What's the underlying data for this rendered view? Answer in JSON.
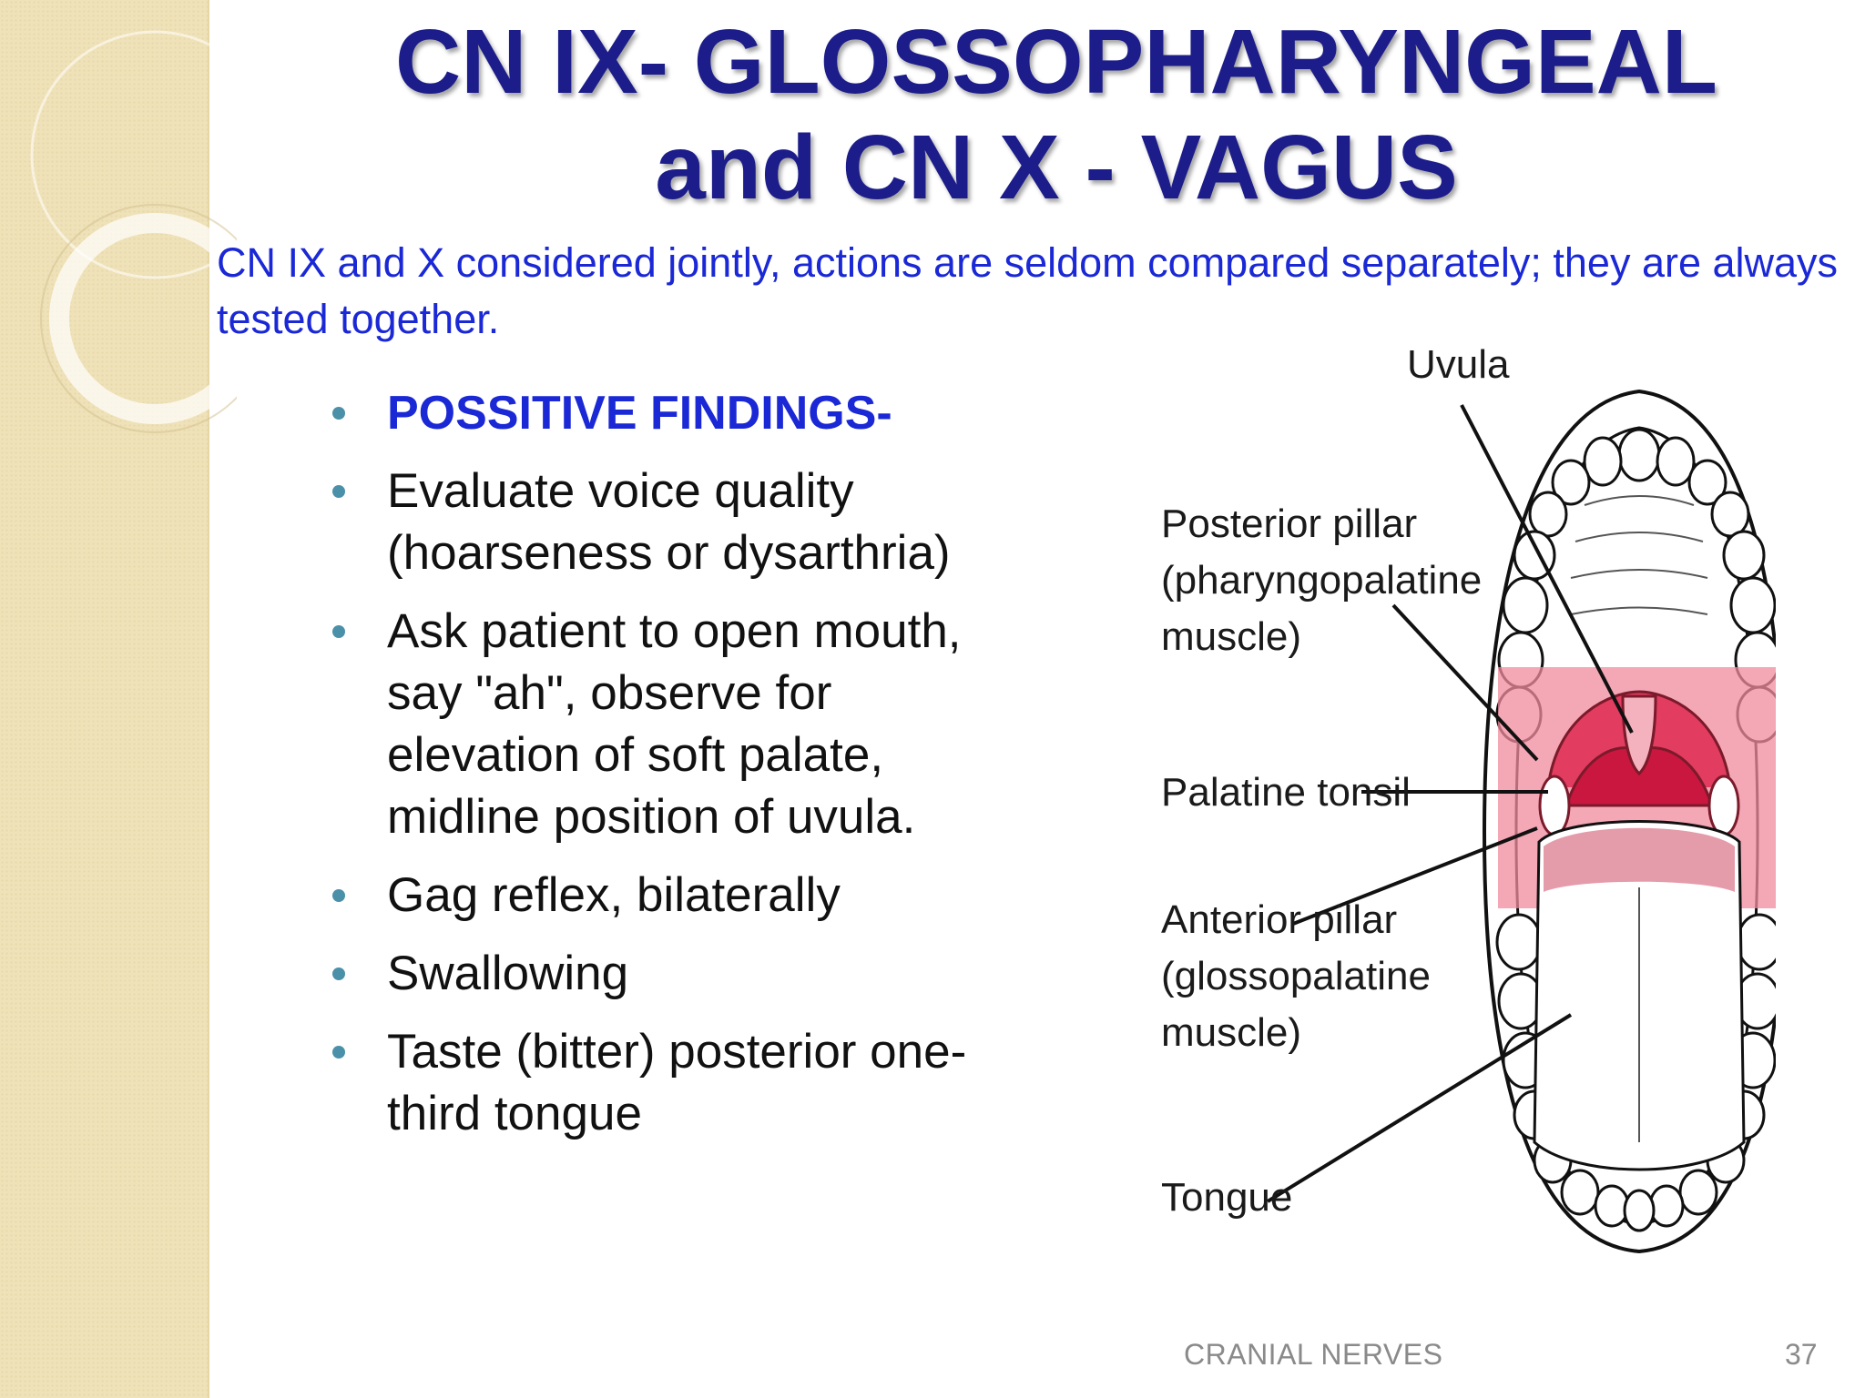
{
  "slide": {
    "title_line1": "CN IX- GLOSSOPHARYNGEAL",
    "title_line2": "and CN X - VAGUS",
    "intro": "CN IX and X considered jointly, actions are seldom compared separately; they are always tested together.",
    "bullets": [
      "POSSITIVE FINDINGS-",
      "Evaluate voice quality (hoarseness or dysarthria)",
      " Ask patient to open mouth, say \"ah\", observe for elevation of soft palate, midline position of uvula.",
      "Gag reflex, bilaterally",
      "Swallowing",
      "Taste (bitter) posterior one-third tongue"
    ],
    "footer": "CRANIAL NERVES",
    "page_number": "37"
  },
  "diagram": {
    "labels": {
      "uvula": "Uvula",
      "posterior_1": "Posterior pillar",
      "posterior_2": "(pharyngopalatine",
      "posterior_3": "muscle)",
      "tonsil": "Palatine tonsil",
      "anterior_1": "Anterior pillar",
      "anterior_2": "(glossopalatine",
      "anterior_3": "muscle)",
      "tongue": "Tongue"
    },
    "highlight_color": "#f08a9c",
    "bullet_color": "#4a90a8",
    "title_color": "#1c1d8a",
    "intro_color": "#1a28d6"
  }
}
